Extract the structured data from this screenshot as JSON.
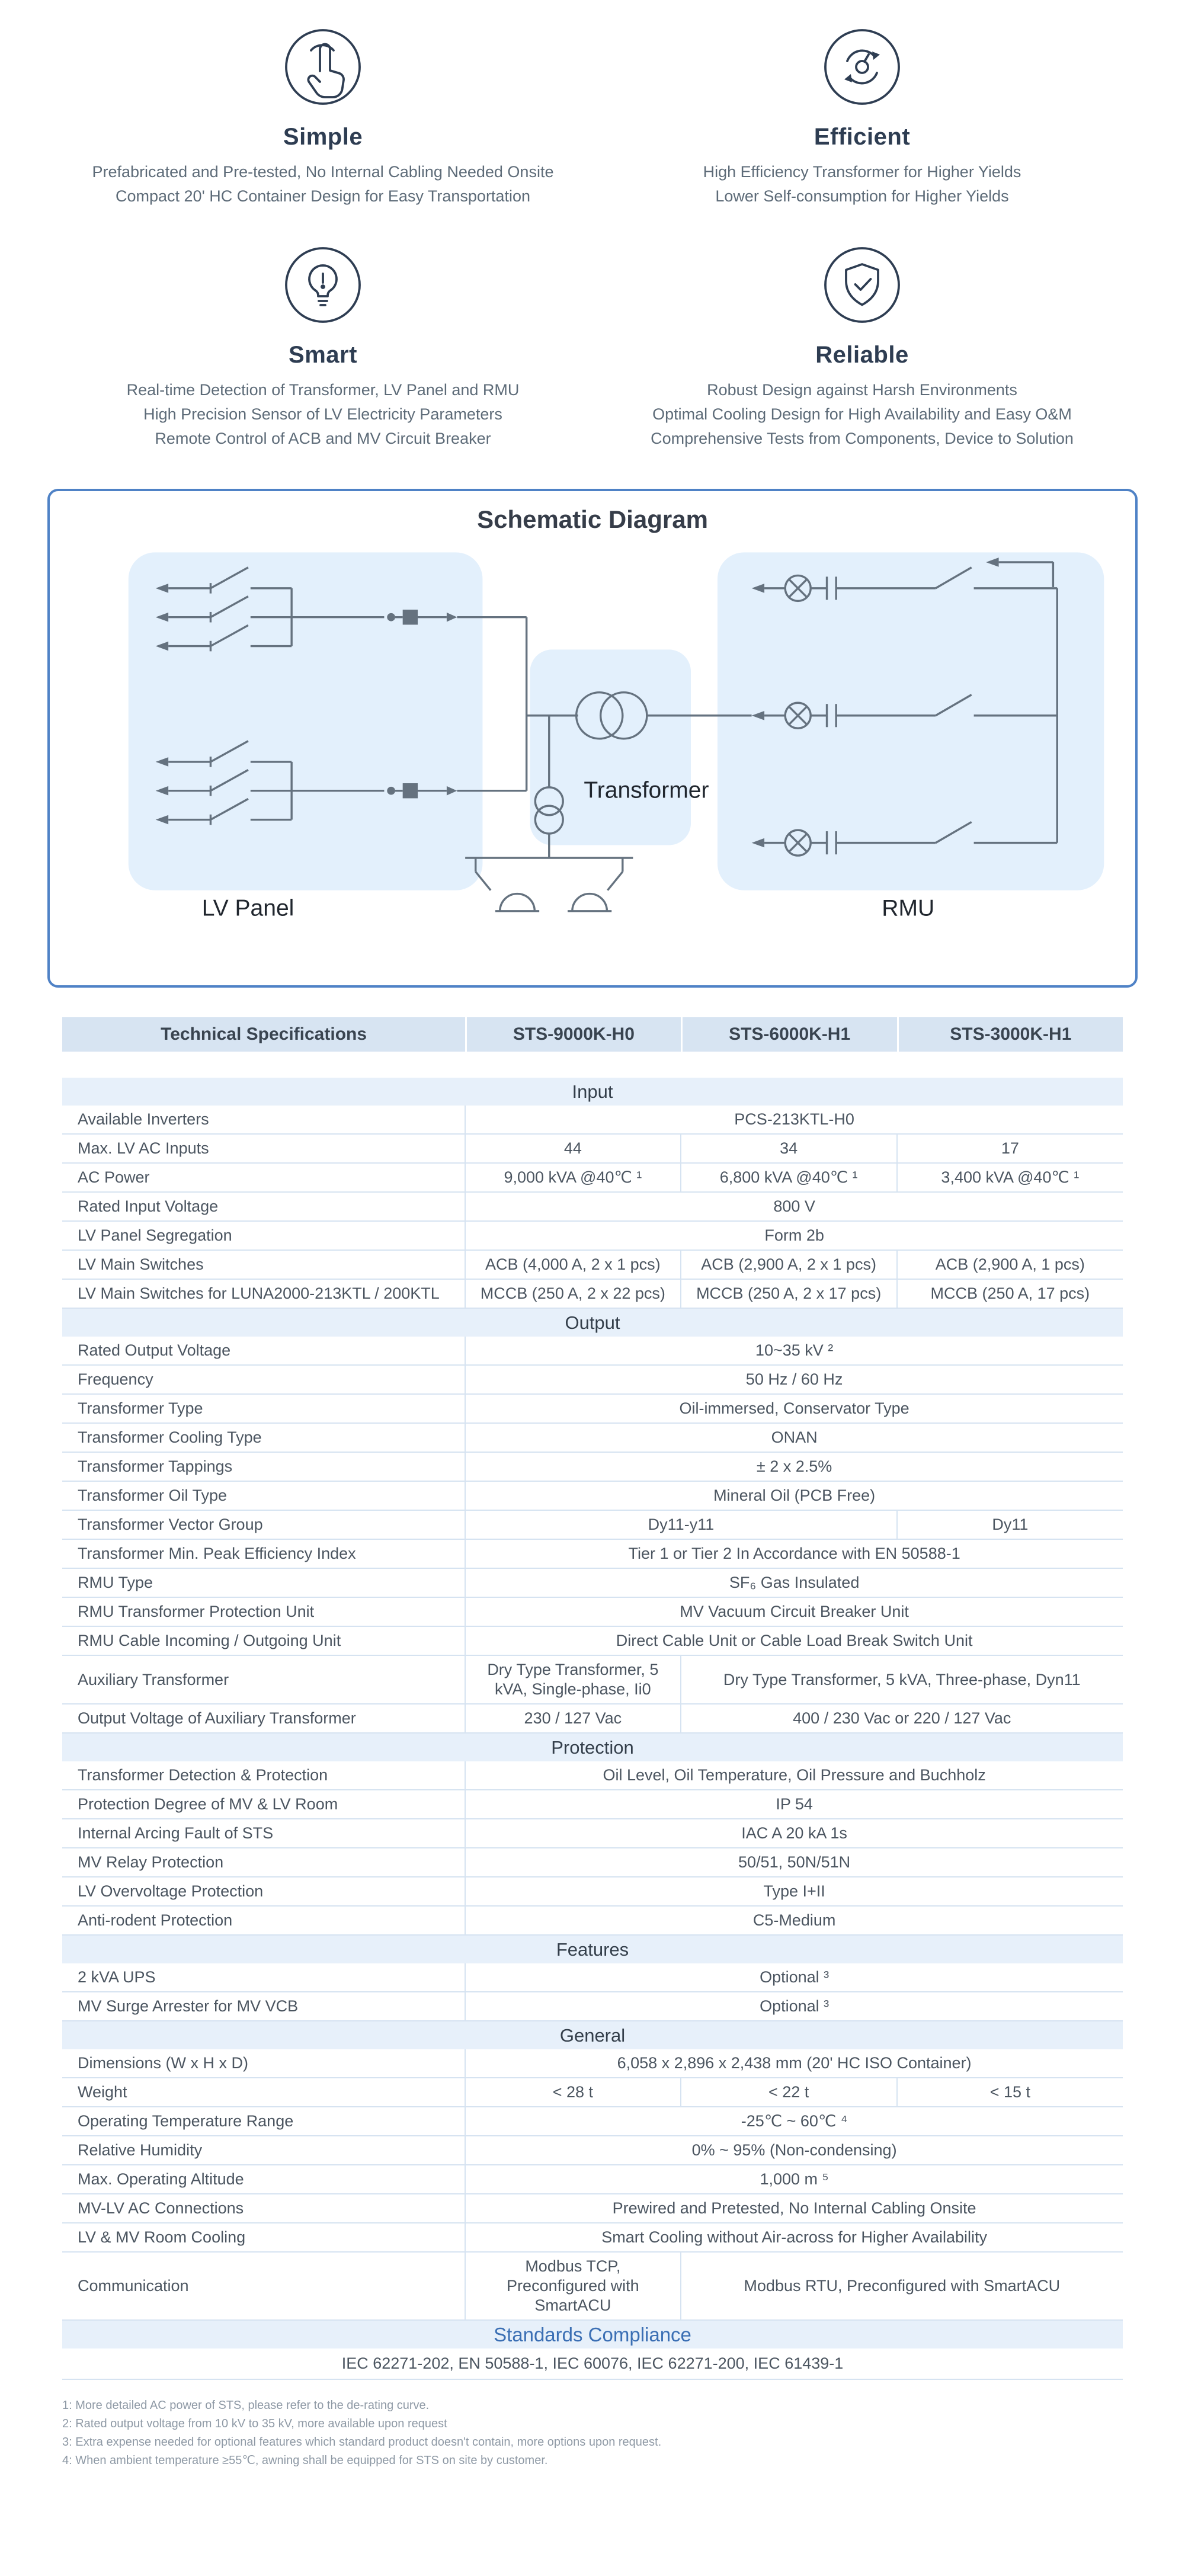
{
  "features": [
    {
      "title": "Simple",
      "icon": "tap-icon",
      "lines": [
        "Prefabricated and Pre-tested, No Internal Cabling Needed Onsite",
        "Compact 20' HC Container Design for Easy Transportation"
      ]
    },
    {
      "title": "Efficient",
      "icon": "efficiency-icon",
      "lines": [
        "High Efficiency Transformer for Higher Yields",
        "Lower Self-consumption for Higher Yields"
      ]
    },
    {
      "title": "Smart",
      "icon": "bulb-icon",
      "lines": [
        "Real-time Detection of Transformer, LV Panel and RMU",
        "High Precision Sensor of LV Electricity Parameters",
        "Remote Control of ACB and MV Circuit Breaker"
      ]
    },
    {
      "title": "Reliable",
      "icon": "shield-icon",
      "lines": [
        "Robust Design against Harsh Environments",
        "Optimal Cooling Design for High Availability and Easy O&M",
        "Comprehensive Tests from Components, Device to Solution"
      ]
    }
  ],
  "schematic": {
    "title": "Schematic Diagram",
    "labels": {
      "lv_panel": "LV Panel",
      "transformer": "Transformer",
      "rmu": "RMU"
    }
  },
  "colors": {
    "accent_blue": "#4f82c6",
    "header_bg": "#d7e4f2",
    "section_bg": "#e7f0fa",
    "panel_fill": "#e3f0fc",
    "line_gray": "#65727f"
  },
  "table": {
    "header": [
      "Technical Specifications",
      "STS-9000K-H0",
      "STS-6000K-H1",
      "STS-3000K-H1"
    ],
    "sections": [
      {
        "title": "Input",
        "rows": [
          {
            "label": "Available Inverters",
            "cells": [
              {
                "text": "PCS-213KTL-H0",
                "span": 3
              }
            ]
          },
          {
            "label": "Max. LV AC Inputs",
            "cells": [
              {
                "text": "44"
              },
              {
                "text": "34"
              },
              {
                "text": "17"
              }
            ]
          },
          {
            "label": "AC Power",
            "cells": [
              {
                "text": "9,000 kVA @40℃ ¹"
              },
              {
                "text": "6,800 kVA @40℃ ¹"
              },
              {
                "text": "3,400 kVA @40℃ ¹"
              }
            ]
          },
          {
            "label": "Rated Input Voltage",
            "cells": [
              {
                "text": "800 V",
                "span": 3
              }
            ]
          },
          {
            "label": "LV Panel Segregation",
            "cells": [
              {
                "text": "Form 2b",
                "span": 3
              }
            ]
          },
          {
            "label": "LV Main Switches",
            "cells": [
              {
                "text": "ACB (4,000 A, 2 x 1 pcs)"
              },
              {
                "text": "ACB (2,900 A, 2 x 1 pcs)"
              },
              {
                "text": "ACB (2,900 A, 1 pcs)"
              }
            ]
          },
          {
            "label": "LV Main Switches for LUNA2000-213KTL / 200KTL",
            "cells": [
              {
                "text": "MCCB (250 A, 2 x 22 pcs)"
              },
              {
                "text": "MCCB (250 A, 2 x 17 pcs)"
              },
              {
                "text": "MCCB (250 A, 17 pcs)"
              }
            ]
          }
        ]
      },
      {
        "title": "Output",
        "rows": [
          {
            "label": "Rated Output Voltage",
            "cells": [
              {
                "text": "10~35 kV ²",
                "span": 3
              }
            ]
          },
          {
            "label": "Frequency",
            "cells": [
              {
                "text": "50 Hz / 60 Hz",
                "span": 3
              }
            ]
          },
          {
            "label": "Transformer Type",
            "cells": [
              {
                "text": "Oil-immersed, Conservator Type",
                "span": 3
              }
            ]
          },
          {
            "label": "Transformer Cooling Type",
            "cells": [
              {
                "text": "ONAN",
                "span": 3
              }
            ]
          },
          {
            "label": "Transformer Tappings",
            "cells": [
              {
                "text": "± 2 x 2.5%",
                "span": 3
              }
            ]
          },
          {
            "label": "Transformer Oil Type",
            "cells": [
              {
                "text": "Mineral Oil (PCB Free)",
                "span": 3
              }
            ]
          },
          {
            "label": "Transformer Vector Group",
            "cells": [
              {
                "text": "Dy11-y11",
                "span": 2
              },
              {
                "text": "Dy11"
              }
            ]
          },
          {
            "label": "Transformer Min. Peak Efficiency Index",
            "cells": [
              {
                "text": "Tier 1 or Tier 2 In Accordance with EN 50588-1",
                "span": 3
              }
            ]
          },
          {
            "label": "RMU Type",
            "cells": [
              {
                "text": "SF₆ Gas Insulated",
                "span": 3
              }
            ]
          },
          {
            "label": "RMU Transformer Protection Unit",
            "cells": [
              {
                "text": "MV Vacuum Circuit Breaker Unit",
                "span": 3
              }
            ]
          },
          {
            "label": "RMU Cable Incoming / Outgoing Unit",
            "cells": [
              {
                "text": "Direct Cable Unit or Cable Load Break Switch Unit",
                "span": 3
              }
            ]
          },
          {
            "label": "Auxiliary Transformer",
            "cells": [
              {
                "text": "Dry Type Transformer, 5 kVA, Single-phase, Ii0"
              },
              {
                "text": "Dry Type Transformer, 5 kVA, Three-phase, Dyn11",
                "span": 2
              }
            ]
          },
          {
            "label": "Output Voltage of Auxiliary Transformer",
            "cells": [
              {
                "text": "230 / 127 Vac"
              },
              {
                "text": "400 / 230 Vac or 220 / 127 Vac",
                "span": 2
              }
            ]
          }
        ]
      },
      {
        "title": "Protection",
        "rows": [
          {
            "label": "Transformer Detection & Protection",
            "cells": [
              {
                "text": "Oil Level, Oil Temperature, Oil Pressure and Buchholz",
                "span": 3
              }
            ]
          },
          {
            "label": "Protection Degree of MV & LV Room",
            "cells": [
              {
                "text": "IP 54",
                "span": 3
              }
            ]
          },
          {
            "label": "Internal Arcing Fault of STS",
            "cells": [
              {
                "text": "IAC A 20 kA 1s",
                "span": 3
              }
            ]
          },
          {
            "label": "MV Relay Protection",
            "cells": [
              {
                "text": "50/51, 50N/51N",
                "span": 3
              }
            ]
          },
          {
            "label": "LV Overvoltage Protection",
            "cells": [
              {
                "text": "Type I+II",
                "span": 3
              }
            ]
          },
          {
            "label": "Anti-rodent Protection",
            "cells": [
              {
                "text": "C5-Medium",
                "span": 3
              }
            ]
          }
        ]
      },
      {
        "title": "Features",
        "rows": [
          {
            "label": "2 kVA UPS",
            "cells": [
              {
                "text": "Optional ³",
                "span": 3
              }
            ]
          },
          {
            "label": "MV Surge Arrester for MV VCB",
            "cells": [
              {
                "text": "Optional ³",
                "span": 3
              }
            ]
          }
        ]
      },
      {
        "title": "General",
        "rows": [
          {
            "label": "Dimensions (W x H x D)",
            "cells": [
              {
                "text": "6,058 x 2,896 x 2,438 mm (20' HC ISO Container)",
                "span": 3
              }
            ]
          },
          {
            "label": "Weight",
            "cells": [
              {
                "text": "< 28 t"
              },
              {
                "text": "< 22 t"
              },
              {
                "text": "< 15 t"
              }
            ]
          },
          {
            "label": "Operating Temperature Range",
            "cells": [
              {
                "text": "-25℃ ~ 60℃ ⁴",
                "span": 3
              }
            ]
          },
          {
            "label": "Relative Humidity",
            "cells": [
              {
                "text": "0% ~ 95% (Non-condensing)",
                "span": 3
              }
            ]
          },
          {
            "label": "Max. Operating Altitude",
            "cells": [
              {
                "text": "1,000 m ⁵",
                "span": 3
              }
            ]
          },
          {
            "label": "MV-LV AC Connections",
            "cells": [
              {
                "text": "Prewired and Pretested, No Internal Cabling Onsite",
                "span": 3
              }
            ]
          },
          {
            "label": "LV & MV Room Cooling",
            "cells": [
              {
                "text": "Smart Cooling without Air-across for Higher Availability",
                "span": 3
              }
            ]
          },
          {
            "label": "Communication",
            "cells": [
              {
                "text": "Modbus TCP, Preconfigured with SmartACU"
              },
              {
                "text": "Modbus RTU, Preconfigured with SmartACU",
                "span": 2
              }
            ]
          }
        ]
      },
      {
        "title": "Standards Compliance",
        "accent": true,
        "rows": [
          {
            "full": "IEC 62271-202, EN 50588-1, IEC 60076, IEC 62271-200, IEC 61439-1"
          }
        ]
      }
    ]
  },
  "footnotes": [
    "1: More detailed AC power of STS, please refer to the de-rating curve.",
    "2: Rated output voltage from 10 kV to 35 kV, more available upon request",
    "3: Extra expense needed for optional features which standard product doesn't contain, more options upon request.",
    "4: When ambient temperature ≥55℃, awning shall be equipped for STS on site by customer."
  ]
}
